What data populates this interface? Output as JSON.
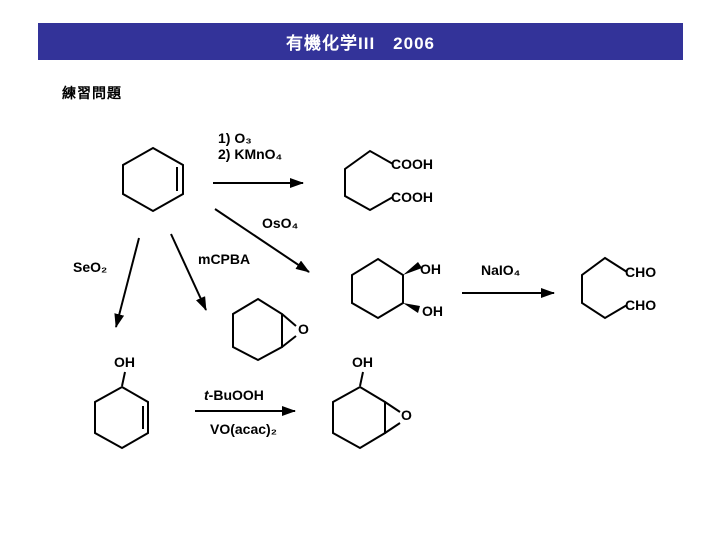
{
  "title_bar": {
    "title": "有機化学III　2006",
    "bg_color": "#333399",
    "text_color": "#ffffff"
  },
  "heading": "練習問題",
  "reagents": {
    "ozonolysis_step1": "1) O₃",
    "ozonolysis_step2": "2) KMnO₄",
    "dihydroxylation": "OsO₄",
    "epoxidation": "mCPBA",
    "allylic_oxidation": "SeO₂",
    "diol_cleavage": "NaIO₄",
    "tbuooh_italic": "t",
    "tbuooh_rest": "-BuOOH",
    "catalyst": "VO(acac)₂"
  },
  "labels": {
    "cooh_top": "COOH",
    "cooh_bottom": "COOH",
    "cho_top": "CHO",
    "cho_bottom": "CHO",
    "diol_oh_top": "OH",
    "diol_oh_bottom": "OH",
    "epoxide_o": "O",
    "cyclohexenol_oh": "OH",
    "epoxy_alcohol_oh": "OH",
    "epoxy_alcohol_o": "O"
  },
  "colors": {
    "line": "#000000"
  }
}
